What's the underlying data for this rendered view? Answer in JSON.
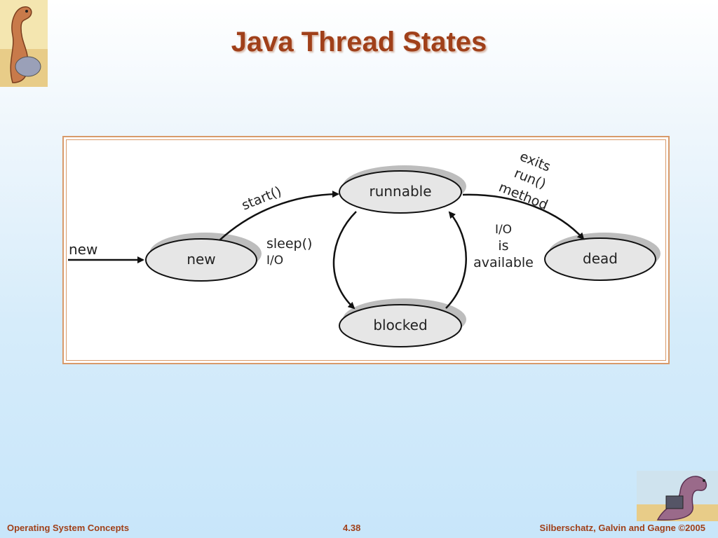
{
  "slide": {
    "title": "Java Thread States",
    "footer_left": "Operating System Concepts",
    "footer_center": "4.38",
    "footer_right": "Silberschatz, Galvin and Gagne ©2005"
  },
  "diagram": {
    "states": {
      "new": "new",
      "runnable": "runnable",
      "blocked": "blocked",
      "dead": "dead"
    },
    "edges": {
      "entry": "new",
      "start": "start()",
      "sleep_line1": "sleep()",
      "sleep_line2": "I/O",
      "io_line1": "I/O",
      "io_line2": "is",
      "io_line3": "available",
      "exits_line1": "exits",
      "exits_line2": "run()",
      "exits_line3": "method"
    }
  }
}
